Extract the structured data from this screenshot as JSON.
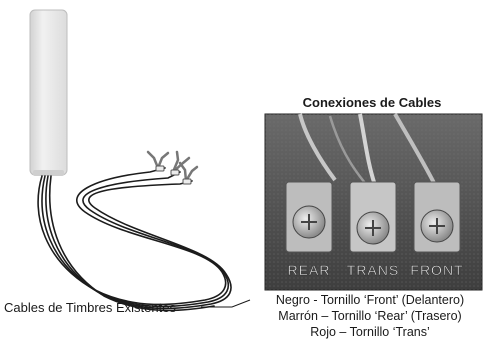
{
  "photo_title": "Conexiones de Cables",
  "cables_label": "Cables de Timbres Existentes",
  "terminals": [
    "REAR",
    "TRANS",
    "FRONT"
  ],
  "legend": [
    "Negro - Tornillo ‘Front’ (Delantero)",
    "Marrón – Tornillo ‘Rear’ (Trasero)",
    "Rojo – Tornillo  ‘Trans’"
  ],
  "colors": {
    "device_body": "#e6e6e6",
    "wire": "#1c1c1c",
    "photo_bg": "#5e5e5e",
    "terminal_metal": "#bdbdbd"
  }
}
